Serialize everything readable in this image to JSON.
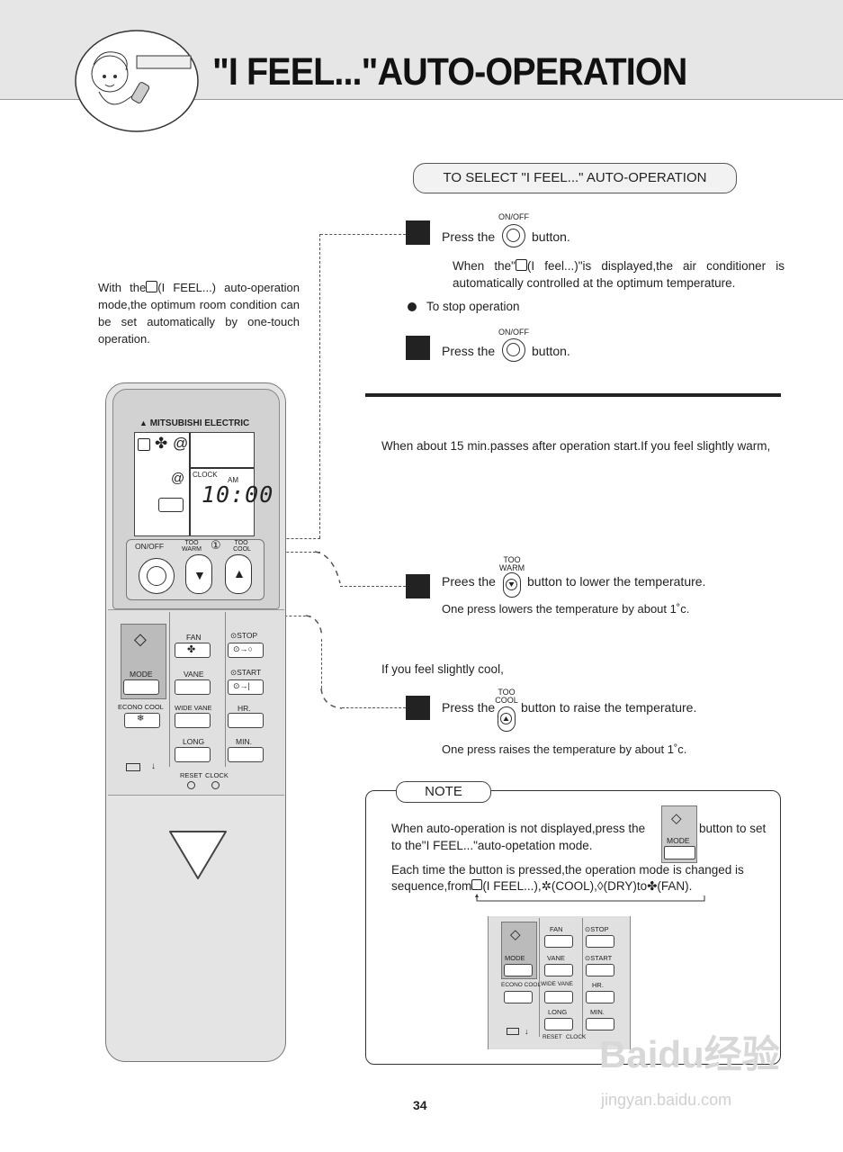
{
  "header": {
    "title": "\"I FEEL...\"AUTO-OPERATION"
  },
  "select_box": {
    "label": "TO SELECT \"I FEEL...\" AUTO-OPERATION"
  },
  "left_desc": {
    "before": "With the",
    "after": "(I FEEL...) auto-operation mode,the optimum room condition can be set automatically by one-touch operation."
  },
  "step1": {
    "press": "Press the",
    "button_label": "ON/OFF",
    "after": "button.",
    "desc_before": "When the\"",
    "desc_after": "(I feel...)\"is displayed,the air conditioner is automatically controlled at the optimum temperature."
  },
  "stop": {
    "label": "To stop operation",
    "press": "Press the",
    "button_label": "ON/OFF",
    "after": "button."
  },
  "warm_intro": "When about 15 min.passes after operation start.If you feel slightly warm,",
  "warm_step": {
    "press": "Prees the",
    "button_label_top": "TOO",
    "button_label_bottom": "WARM",
    "after": "button to lower the temperature.",
    "note": "One press lowers the temperature by about 1˚c."
  },
  "cool_intro": "If you feel slightly cool,",
  "cool_step": {
    "press": "Press the",
    "button_label_top": "TOO",
    "button_label_bottom": "COOL",
    "after": "button to raise the temperature.",
    "note": "One press raises the temperature by about 1˚c."
  },
  "note": {
    "label": "NOTE",
    "p1_before": "When auto-operation is not displayed,press the",
    "p1_after": "button to set to the\"I FEEL...\"auto-opetation mode.",
    "p2": "Each time the button is pressed,the operation mode is changed is",
    "seq_prefix": "sequence,from",
    "seq_ifeel": "(I FEEL...),",
    "seq_cool": "(COOL),",
    "seq_dry": "(DRY)to",
    "seq_fan": "(FAN).",
    "mode_label": "MODE"
  },
  "remote": {
    "brand": "MITSUBISHI ELECTRIC",
    "lcd_clock": "CLOCK",
    "lcd_am": "AM",
    "lcd_time": "10:00",
    "on_off": "ON/OFF",
    "too_warm_top": "TOO",
    "too_warm_bottom": "WARM",
    "too_cool_top": "TOO",
    "too_cool_bottom": "COOL",
    "fan": "FAN",
    "stop": "STOP",
    "mode": "MODE",
    "vane": "VANE",
    "start": "START",
    "econo_cool": "ECONO COOL",
    "wide_vane": "WIDE VANE",
    "hr": "HR.",
    "long": "LONG",
    "min": "MIN.",
    "reset": "RESET",
    "clock": "CLOCK"
  },
  "page_number": "34",
  "watermark": {
    "text": "Baidu经验",
    "url": "jingyan.baidu.com"
  }
}
